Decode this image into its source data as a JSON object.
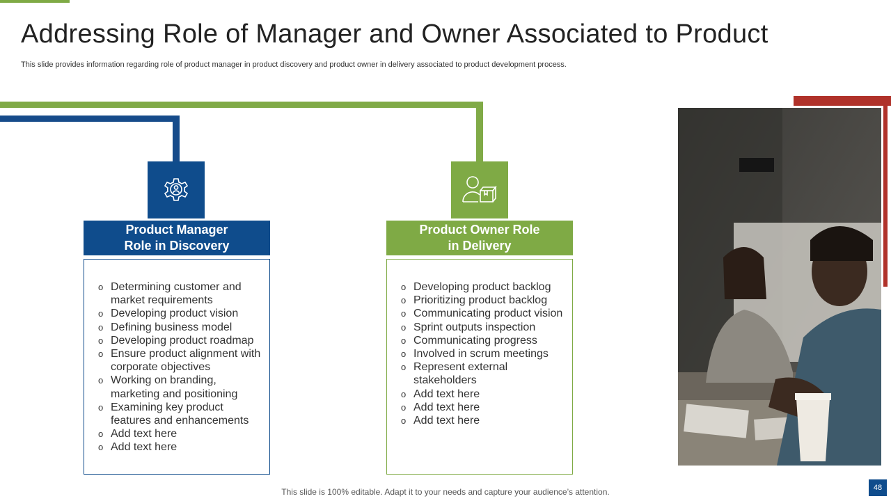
{
  "slide": {
    "title": "Addressing Role of Manager and Owner Associated to Product",
    "subtitle": "This slide provides information regarding role of product manager in product discovery and product owner in delivery associated to product development process.",
    "footer": "This slide is 100% editable. Adapt it to your needs and capture your audience’s attention.",
    "page_number": "48"
  },
  "colors": {
    "blue": "#0f4c8c",
    "green": "#7faa45",
    "red": "#b0322a"
  },
  "manager": {
    "icon": "gear-icon",
    "title_line1": "Product Manager",
    "title_line2": "Role in Discovery",
    "items": [
      "Determining customer and market requirements",
      "Developing product vision",
      "Defining business model",
      "Developing product roadmap",
      "Ensure product alignment with corporate objectives",
      "Working on branding, marketing and positioning",
      "Examining key product features and enhancements",
      "Add text here",
      "Add text here"
    ]
  },
  "owner": {
    "icon": "user-box-icon",
    "title_line1": "Product Owner Role",
    "title_line2": "in Delivery",
    "items": [
      "Developing product backlog",
      "Prioritizing product backlog",
      "Communicating product vision",
      "Sprint outputs inspection",
      "Communicating progress",
      "Involved  in scrum meetings",
      "Represent external stakeholders",
      "Add text here",
      "Add text here",
      "Add text here"
    ]
  }
}
